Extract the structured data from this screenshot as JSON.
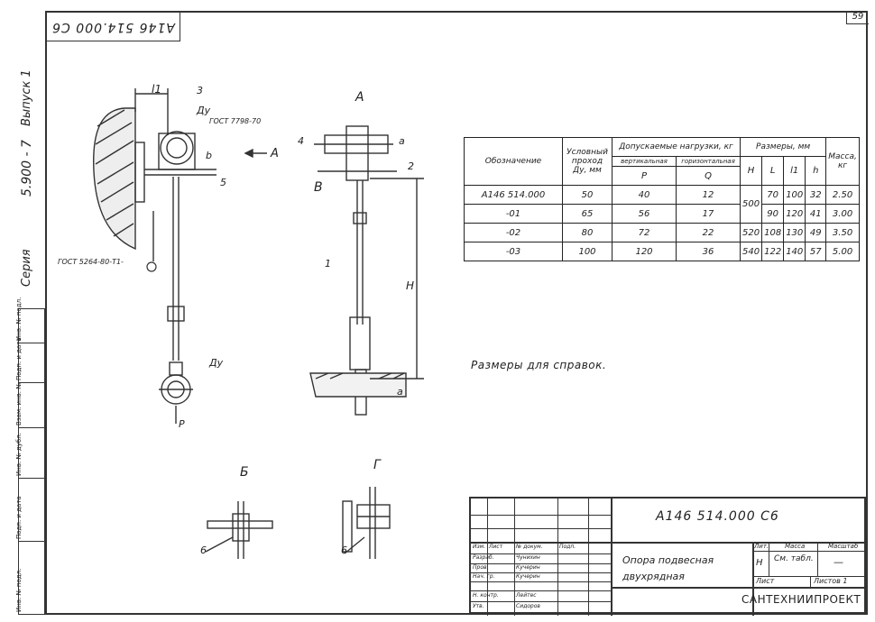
{
  "sheet": {
    "page_number": "59",
    "top_code": "A146 514.000 C6",
    "side": {
      "issue": "Выпуск 1",
      "series_label": "Серия",
      "series_value": "5.900 - 7"
    },
    "left_strip": [
      "Инв. № подл.",
      "Подп. и дата",
      "Взам. инв. №",
      "Инв. № дубл.",
      "Подп. и дата",
      "Инв. № подл."
    ]
  },
  "labels": {
    "view_a": "А",
    "view_b": "Б",
    "view_v": "В",
    "view_g": "Г",
    "l1": "l1",
    "du": "Ду",
    "du2": "Ду",
    "b_dim": "b",
    "num3": "3",
    "num5": "5",
    "num4": "4",
    "num2": "2",
    "num1": "1",
    "num6a": "6",
    "num6b": "6",
    "arrow_a": "А",
    "a_top": "а",
    "a_bottom": "а",
    "h_dim": "H",
    "p_force": "Р",
    "gost1": "ГОСТ 7798-70",
    "gost2": "ГОСТ 5264-80-Т1-"
  },
  "table": {
    "col_designation": "Обозначение",
    "col_du": "Условный проход Ду, мм",
    "col_loads": "Допускаемые нагрузки, кг",
    "col_vert": "вертикальная",
    "col_horiz": "горизонтальная",
    "col_p": "Р",
    "col_q": "Q",
    "col_dims": "Размеры, мм",
    "col_h": "H",
    "col_l": "L",
    "col_l1": "l1",
    "col_h2": "h",
    "col_mass": "Масса, кг",
    "rows": [
      {
        "des": "А146 514.000",
        "du": "50",
        "p": "40",
        "q": "12",
        "h": "500",
        "l": "70",
        "l1": "100",
        "hh": "32",
        "m": "2.50"
      },
      {
        "des": "-01",
        "du": "65",
        "p": "56",
        "q": "17",
        "h": "",
        "l": "90",
        "l1": "120",
        "hh": "41",
        "m": "3.00"
      },
      {
        "des": "-02",
        "du": "80",
        "p": "72",
        "q": "22",
        "h": "520",
        "l": "108",
        "l1": "130",
        "hh": "49",
        "m": "3.50"
      },
      {
        "des": "-03",
        "du": "100",
        "p": "120",
        "q": "36",
        "h": "540",
        "l": "122",
        "l1": "140",
        "hh": "57",
        "m": "5.00"
      }
    ]
  },
  "note": "Размеры для справок.",
  "stamp": {
    "code": "А146 514.000 С6",
    "title_line1": "Опора подвесная",
    "title_line2": "двухрядная",
    "lit_label": "Лит.",
    "mass_label": "Масса",
    "scale_label": "Масштаб",
    "lit_value": "Н",
    "mass_value": "См. табл.",
    "scale_value": "—",
    "sheet_label": "Лист",
    "sheets_label": "Листов 1",
    "org": "САНТЕХНИИПРОЕКТ",
    "rows": [
      {
        "role": "Изм.",
        "name": "Лист",
        "sign": "№ докум.",
        "date": "Подп."
      },
      {
        "role": "Разраб.",
        "name": "Чунихин",
        "sign": "",
        "date": ""
      },
      {
        "role": "Пров.",
        "name": "Кучерин",
        "sign": "",
        "date": ""
      },
      {
        "role": "Нач. гр.",
        "name": "Кучерин",
        "sign": "",
        "date": ""
      },
      {
        "role": "Н. контр.",
        "name": "Лейтес",
        "sign": "",
        "date": ""
      },
      {
        "role": "Утв.",
        "name": "Сидоров",
        "sign": "",
        "date": ""
      }
    ]
  }
}
